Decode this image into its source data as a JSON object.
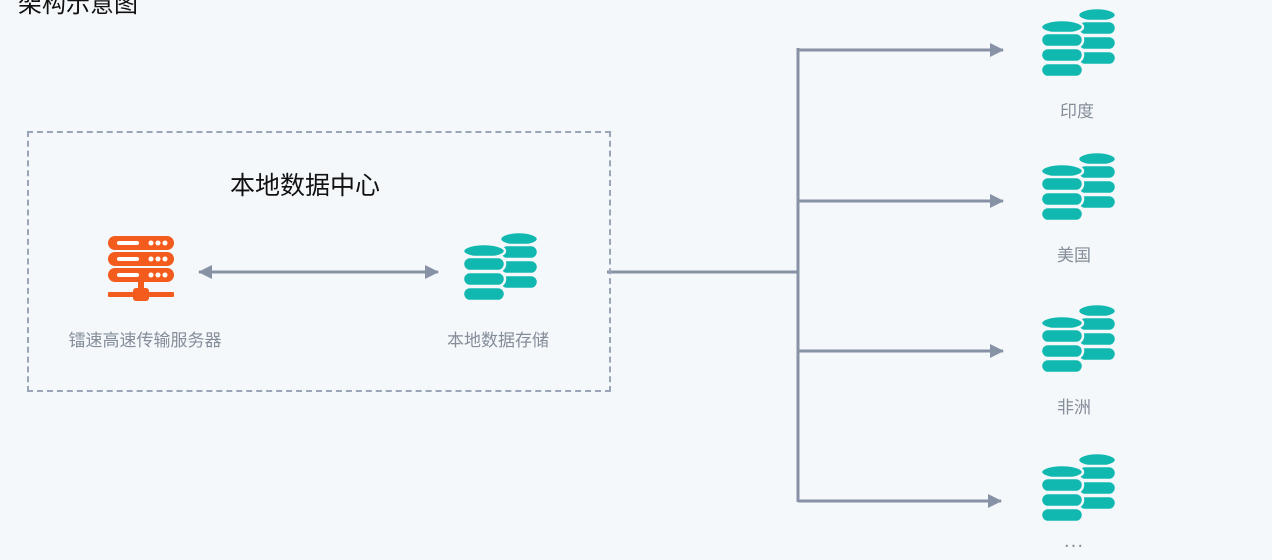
{
  "header": {
    "title": "架构示意图"
  },
  "local_dc": {
    "title": "本地数据中心",
    "server_label": "镭速高速传输服务器",
    "storage_label": "本地数据存储"
  },
  "regions": [
    {
      "label": "印度"
    },
    {
      "label": "美国"
    },
    {
      "label": "非洲"
    },
    {
      "label": "···"
    }
  ],
  "colors": {
    "server": "#f45c1e",
    "database": "#11b8b0",
    "connector": "#8792a6",
    "box_border": "#9aa5b8"
  },
  "icons": {
    "server": "server-icon",
    "storage": "database-icon"
  }
}
